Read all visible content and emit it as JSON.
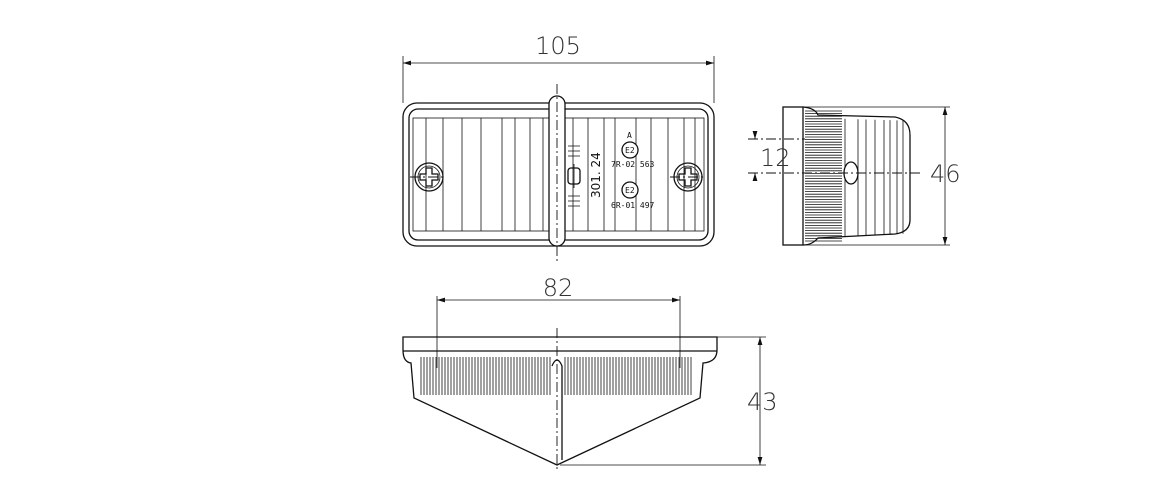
{
  "dimensions": {
    "width_front": "105",
    "height_side": "46",
    "offset_side": "12",
    "mount_spacing": "82",
    "depth": "43"
  },
  "markings": {
    "part_number": "301. 24",
    "approval_class": "A",
    "approval_mark_1": "E2",
    "approval_code_1": "7R-02 563",
    "approval_mark_2": "E2",
    "approval_code_2": "6R-01 497"
  },
  "colors": {
    "line": "#111111",
    "background": "#ffffff"
  }
}
